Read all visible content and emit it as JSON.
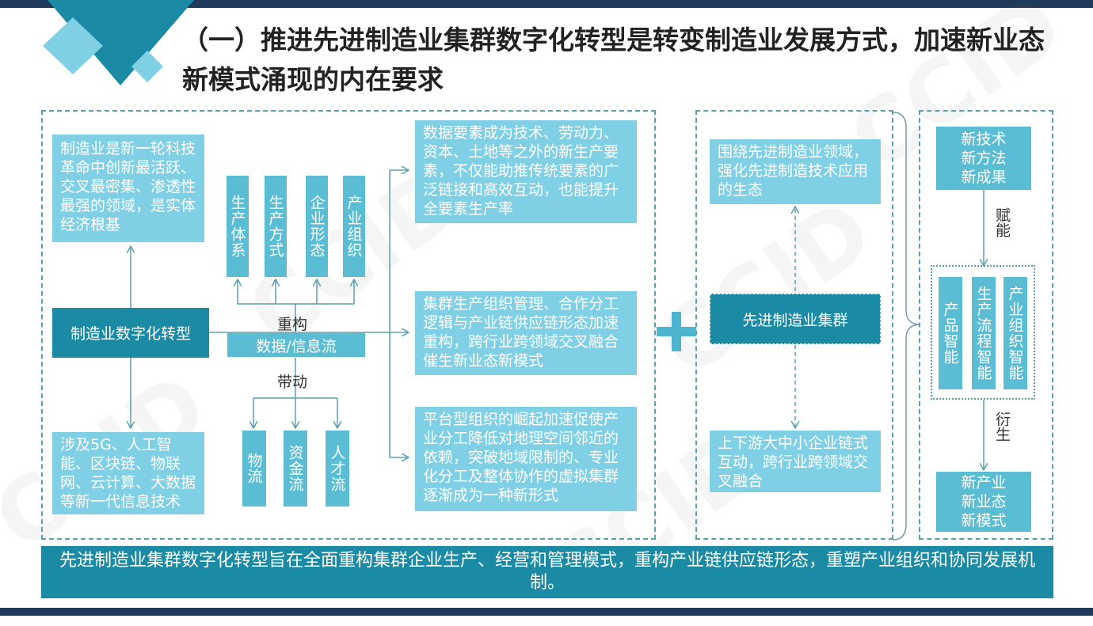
{
  "title": "（一）推进先进制造业集群数字化转型是转变制造业发展方式，加速新业态新模式涌现的内在要求",
  "watermark": "CCID",
  "left": {
    "top_desc": "制造业是新一轮科技革命中创新最活跃、交叉最密集、渗透性最强的领域，是实体经济根基",
    "main": "制造业数字化转型",
    "bottom_desc": "涉及5G、人工智能、区块链、物联网、云计算、大数据等新一代信息技术",
    "top_items": [
      "生产体系",
      "生产方式",
      "企业形态",
      "产业组织"
    ],
    "reconstruct_label": "重构",
    "flow": "数据/信息流",
    "drive_label": "带动",
    "bottom_items": [
      "物流",
      "资金流",
      "人才流"
    ],
    "right_boxes": [
      "数据要素成为技术、劳动力、资本、土地等之外的新生产要素，不仅能助推传统要素的广泛链接和高效互动，也能提升全要素生产率",
      "集群生产组织管理、合作分工逻辑与产业链供应链形态加速重构，跨行业跨领域交叉融合催生新业态新模式",
      "平台型组织的崛起加速促使产业分工降低对地理空间邻近的依赖，突破地域限制的、专业化分工及整体协作的虚拟集群逐渐成为一种新形式"
    ]
  },
  "plus": "+",
  "middle": {
    "top": "围绕先进制造业领域，强化先进制造技术应用的生态",
    "center": "先进制造业集群",
    "bottom": "上下游大中小企业链式互动，跨行业跨领域交叉融合"
  },
  "right": {
    "top": "新技术\n新方法\n新成果",
    "empower_label": "赋能",
    "middle_items": [
      "产品智能",
      "生产流程智能",
      "产业组织智能"
    ],
    "derive_label": "衍生",
    "bottom": "新产业\n新业态\n新模式"
  },
  "footer": "先进制造业集群数字化转型旨在全面重构集群企业生产、经营和管理模式，重构产业链供应链形态，重塑产业组织和协同发展机制。",
  "colors": {
    "dark": "#1a8aa5",
    "medium": "#5bbdd3",
    "light": "#7fd0e4",
    "header_bar": "#1f3a5a",
    "line": "#5a9fae"
  }
}
